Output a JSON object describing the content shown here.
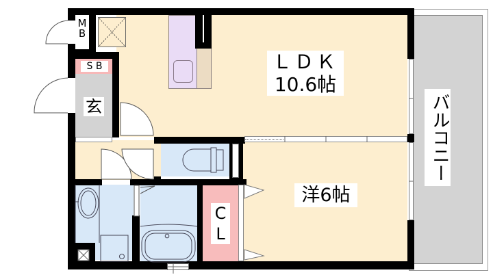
{
  "floorplan": {
    "rooms": {
      "ldk": {
        "name": "ＬＤＫ",
        "size": "10.6帖"
      },
      "western": {
        "label": "洋6帖"
      },
      "balcony": {
        "label": "バルコニー"
      },
      "entrance": {
        "label": "玄"
      },
      "shoe_box": {
        "label": "S B"
      },
      "meter_box": {
        "line1": "M",
        "line2": "B"
      },
      "closet": {
        "line1": "C",
        "line2": "L"
      }
    },
    "colors": {
      "wall": "#000000",
      "room_floor": "#fdeecf",
      "kitchen": "#eadcf6",
      "kitchen_counter": "#ecdcc3",
      "wet_area": "#d8e8f8",
      "entrance": "#d3d3d3",
      "shoe_box": "#f7b8b8",
      "closet": "#f8bcbc",
      "balcony": "#d3d3d3"
    }
  }
}
